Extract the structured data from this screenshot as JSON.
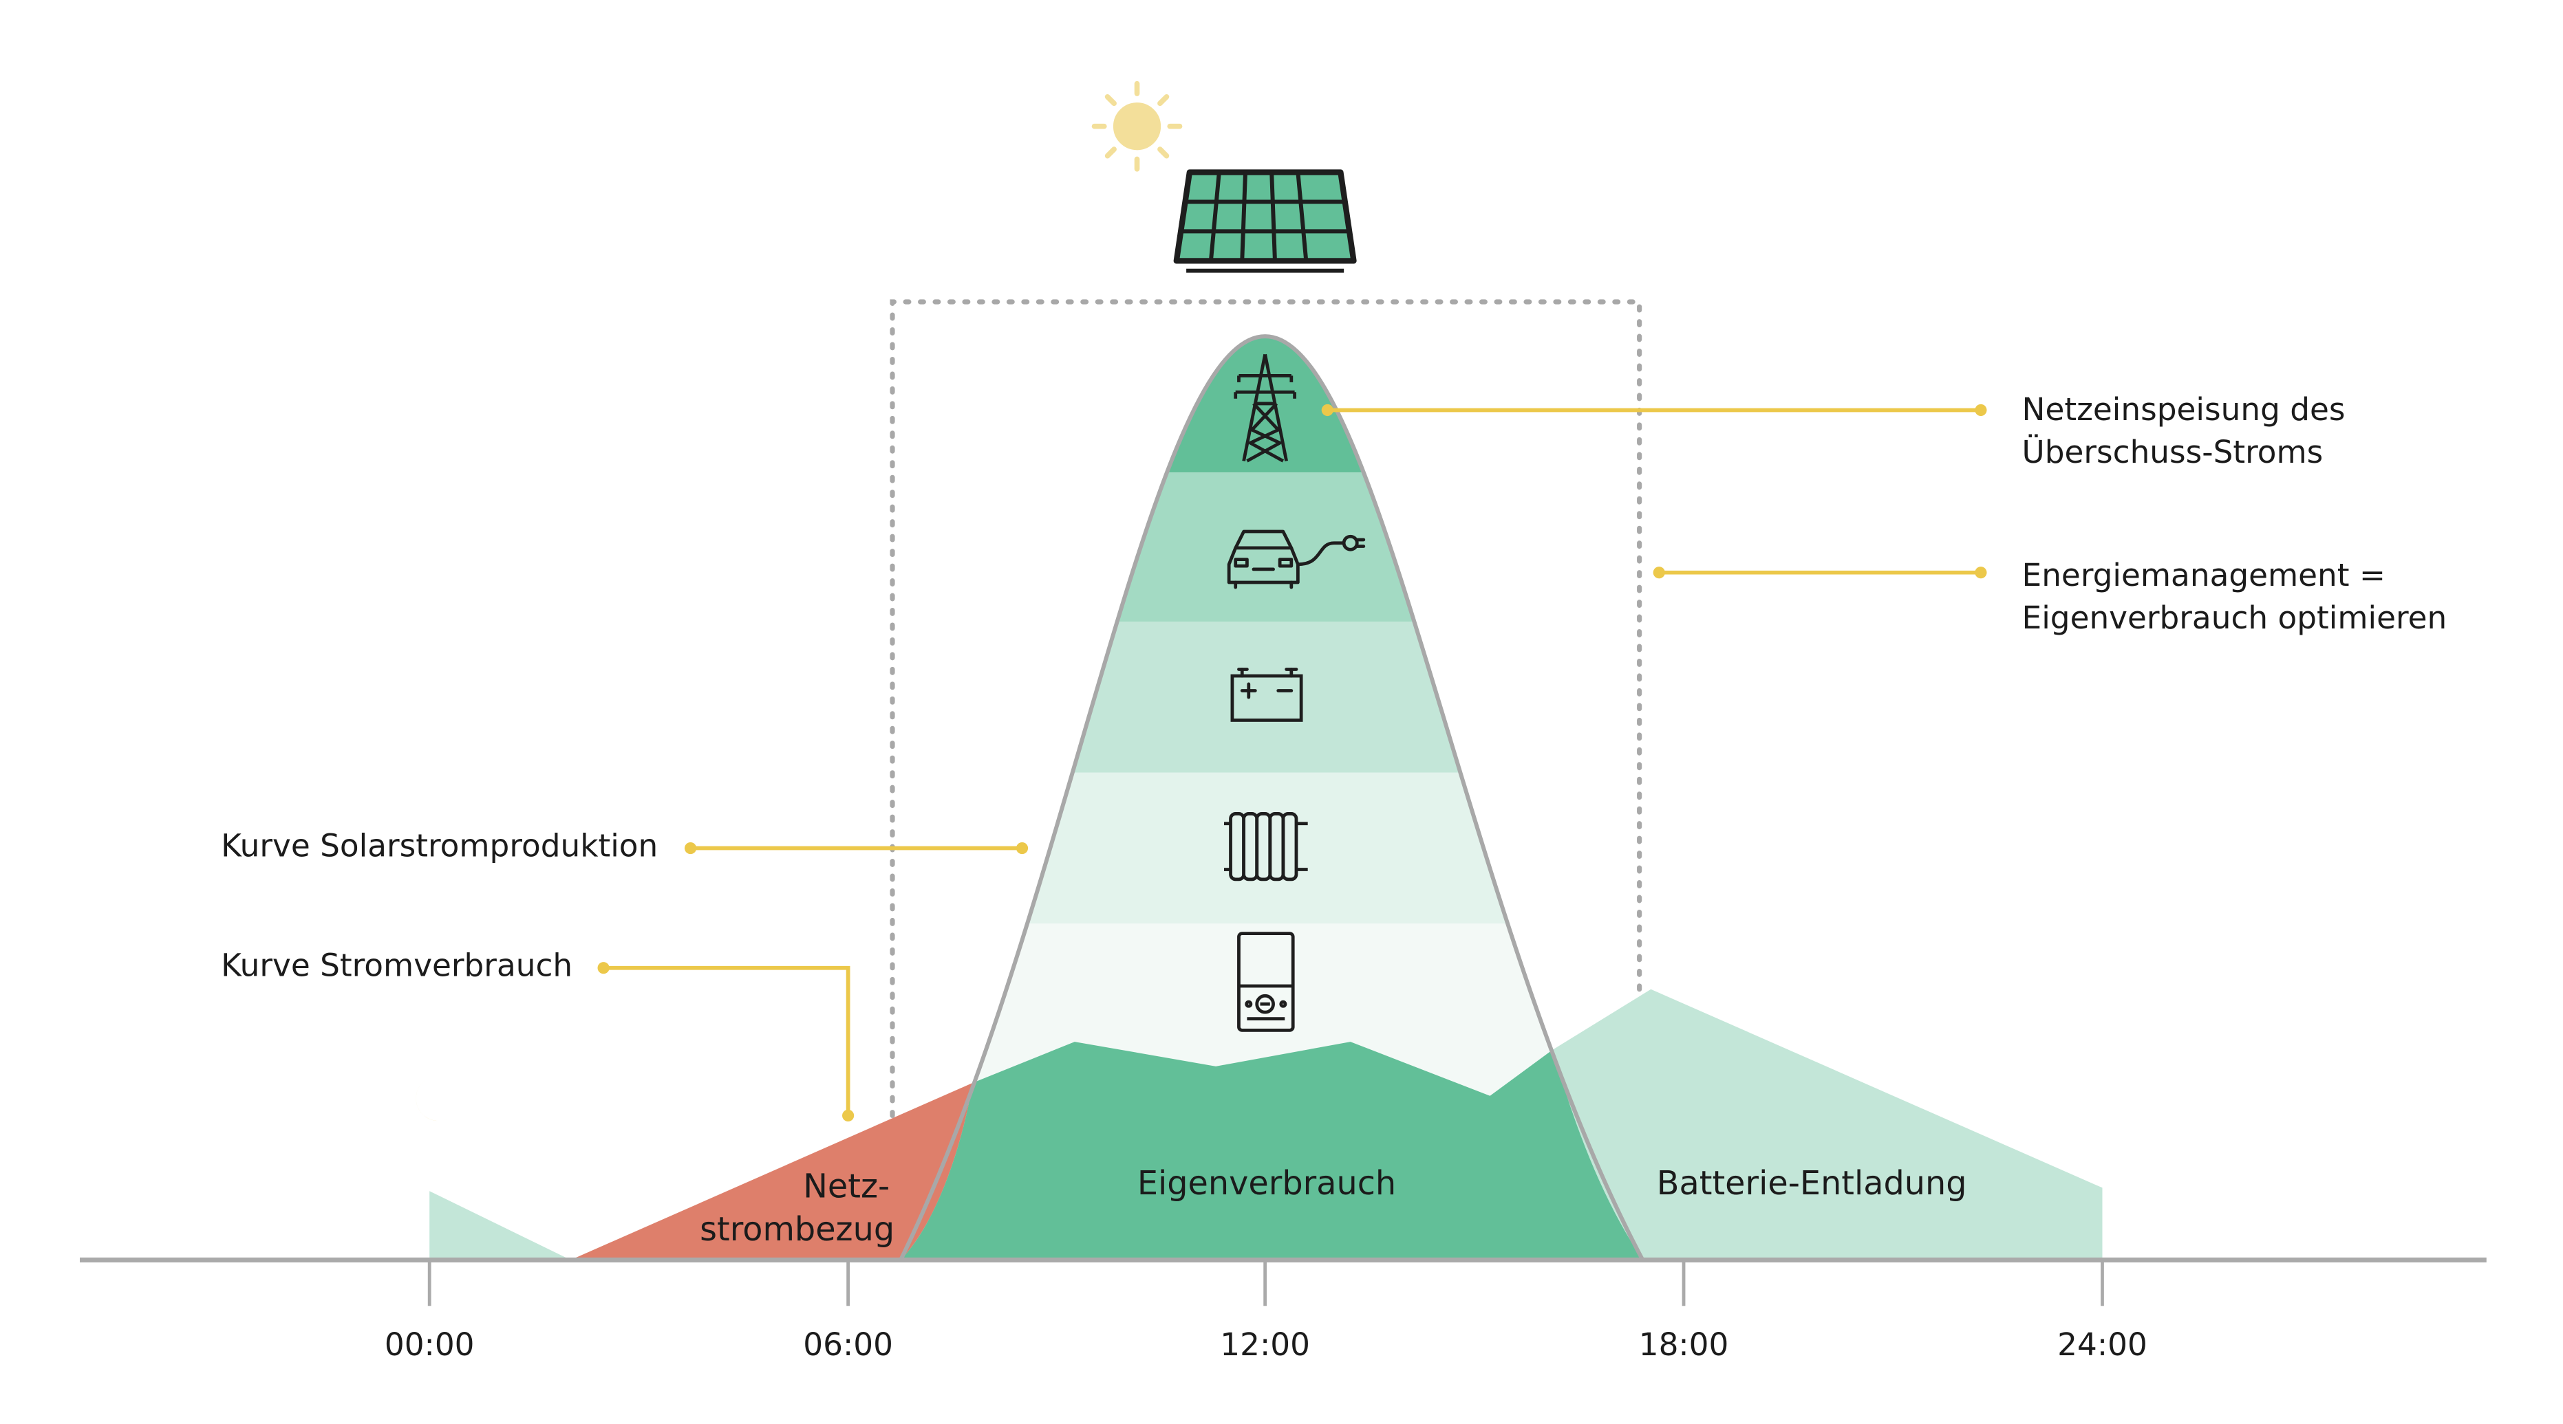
{
  "colors": {
    "grid_import": "#de7f6b",
    "self_consumption": "#62bf98",
    "battery_discharge": "#c3e6d8",
    "solar_band_1": "#62bf98",
    "solar_band_2": "#a3dac3",
    "solar_band_3": "#c3e6d8",
    "solar_band_4": "#e3f3ec",
    "solar_band_5": "#f3f9f6",
    "callout": "#ecc84a",
    "sun": "#f3df9a",
    "moon": "#f3df9a",
    "axis": "#aaaaaa"
  },
  "time_axis": {
    "ticks": [
      "00:00",
      "06:00",
      "12:00",
      "18:00",
      "24:00"
    ]
  },
  "labels": {
    "solar_curve": "Kurve Solarstromproduktion",
    "consumption_curve": "Kurve Stromverbrauch",
    "feed_in": [
      "Netzeinspeisung des",
      "Überschuss-Stroms"
    ],
    "energy_management": [
      "Energiemanagement =",
      "Eigenverbrauch optimieren"
    ]
  },
  "areas": {
    "grid_import": [
      "Netz-",
      "strombezug"
    ],
    "self_consumption": "Eigenverbrauch",
    "battery_discharge": "Batterie-Entladung"
  },
  "icons": {
    "sun": "sun-icon",
    "panel": "solar-panel-icon",
    "pylon": "power-pylon-icon",
    "ev": "electric-car-icon",
    "battery": "battery-icon",
    "radiator": "radiator-icon",
    "water_heater": "water-heater-icon",
    "moon": "moon-icon"
  }
}
